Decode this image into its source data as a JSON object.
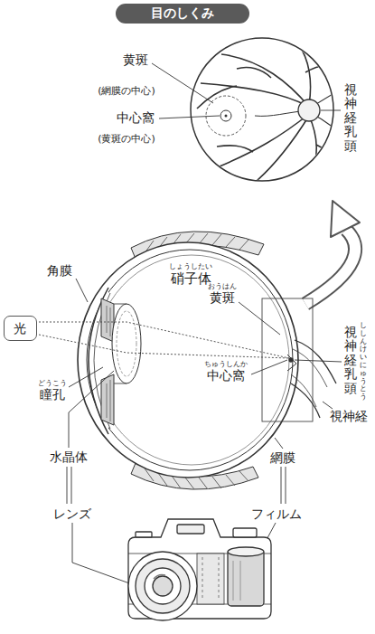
{
  "diagram": {
    "title": "目のしくみ",
    "nodes": [
      {
        "text": [
          "光"
        ]
      }
    ],
    "labels": [
      "黄斑",
      "(網膜の中心)",
      "中心窩",
      "(黄斑の中心)",
      "視神経乳頭",
      "角膜",
      "しょうしたい",
      "硝子体",
      "おうはん",
      "黄斑",
      "どうこう",
      "瞳孔",
      "ちゅうしんか",
      "中心窩",
      "ししんけいにゅうとう",
      "視神経乳頭",
      "視神経",
      "水晶体",
      "網膜",
      "レンズ",
      "フィルム"
    ]
  }
}
